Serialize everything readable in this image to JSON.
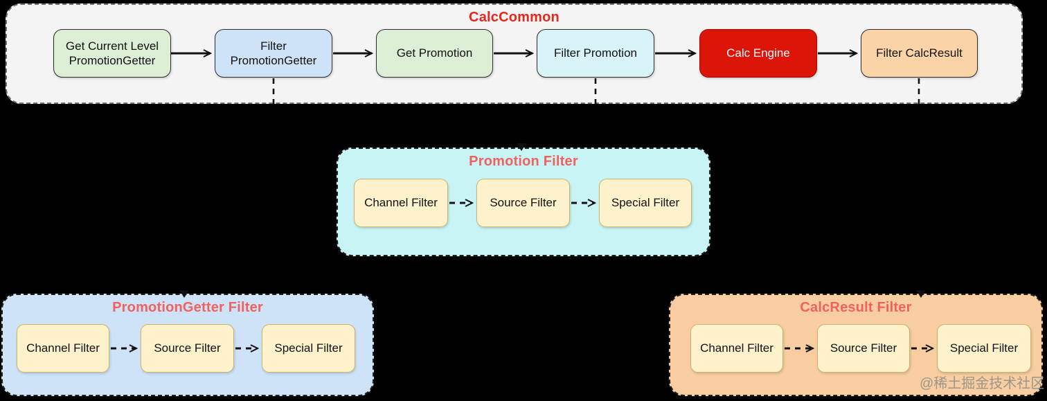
{
  "containers": {
    "calc_common": {
      "title": "CalcCommon",
      "title_color": "#e5271d",
      "boxes": [
        "Get Current Level PromotionGetter",
        "Filter PromotionGetter",
        "Get Promotion",
        "Filter Promotion",
        "Calc Engine",
        "Filter CalcResult"
      ]
    },
    "promotion_filter": {
      "title": "Promotion Filter",
      "title_color": "#f0625e",
      "boxes": [
        "Channel Filter",
        "Source Filter",
        "Special Filter"
      ]
    },
    "promotion_getter_filter": {
      "title": "PromotionGetter Filter",
      "title_color": "#f0625e",
      "boxes": [
        "Channel Filter",
        "Source Filter",
        "Special Filter"
      ]
    },
    "calc_result_filter": {
      "title": "CalcResult Filter",
      "title_color": "#f0625e",
      "boxes": [
        "Channel Filter",
        "Source Filter",
        "Special Filter"
      ]
    }
  },
  "edges": [
    {
      "from": "Get Current Level PromotionGetter",
      "to": "Filter PromotionGetter",
      "style": "solid-arrow"
    },
    {
      "from": "Filter PromotionGetter",
      "to": "Get Promotion",
      "style": "solid-arrow"
    },
    {
      "from": "Get Promotion",
      "to": "Filter Promotion",
      "style": "solid-arrow"
    },
    {
      "from": "Filter Promotion",
      "to": "Calc Engine",
      "style": "solid-arrow"
    },
    {
      "from": "Calc Engine",
      "to": "Filter CalcResult",
      "style": "solid-arrow"
    },
    {
      "from": "Filter PromotionGetter",
      "to": "PromotionGetter Filter",
      "style": "dashed-arrow"
    },
    {
      "from": "Filter Promotion",
      "to": "Promotion Filter",
      "style": "dashed-arrow"
    },
    {
      "from": "Filter CalcResult",
      "to": "CalcResult Filter",
      "style": "dashed-arrow"
    },
    {
      "from": "Channel Filter",
      "to": "Source Filter",
      "style": "dashed-arrow"
    },
    {
      "from": "Source Filter",
      "to": "Special Filter",
      "style": "dashed-arrow"
    }
  ],
  "palette": {
    "page_background": "#000000",
    "calc_common_fill": "#f4f4f4",
    "promotion_filter_fill": "#c9f4f6",
    "promotion_getter_filter_fill": "#cfe3f8",
    "calc_result_filter_fill": "#f8cda1",
    "green_node": "#ddeed6",
    "blue_node": "#cfe3f8",
    "cyan_node": "#d8f4f8",
    "red_node": "#dc1508",
    "orange_node": "#fbd3a6",
    "yellow_node": "#fdf2cc",
    "arrow_color": "#111111"
  },
  "watermark": {
    "text": "@稀土掘金技术社区"
  }
}
